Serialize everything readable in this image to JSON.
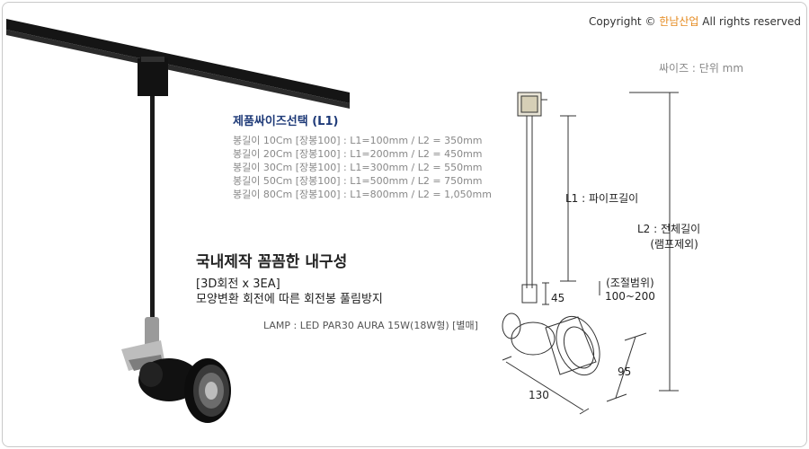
{
  "copyright": {
    "prefix": "Copyright ©",
    "brand": "한남산업",
    "suffix": "All rights reserved"
  },
  "unit_note": "싸이즈 : 단위 mm",
  "size_select": {
    "title": "제품싸이즈선택 (L1)",
    "items": [
      "봉길이 10Cm [장봉100] : L1=100mm / L2 = 350mm",
      "봉길이 20Cm [장봉100] : L1=200mm / L2 = 450mm",
      "봉길이 30Cm [장봉100] : L1=300mm / L2 = 550mm",
      "봉길이 50Cm [장봉100] : L1=500mm / L2 = 750mm",
      "봉길이 80Cm [장봉100] : L1=800mm / L2 = 1,050mm"
    ]
  },
  "feature": {
    "headline": "국내제작 꼼꼼한 내구성",
    "line1": "[3D회전 x 3EA]",
    "line2": "모양변환 회전에 따른 회전봉 풀림방지"
  },
  "lamp_note": "LAMP : LED PAR30 AURA 15W(18W형) [별매]",
  "dimensions": {
    "l1": "L1 : 파이프길이",
    "l2_line1": "L2 : 전체길이",
    "l2_line2": "(램프제외)",
    "adjust_line1": "(조절범위)",
    "adjust_line2": "100~200",
    "d45": "45",
    "d95": "95",
    "d130": "130"
  },
  "colors": {
    "title_blue": "#1e3a78",
    "brand_orange": "#e58a1f",
    "gray_text": "#888888"
  }
}
